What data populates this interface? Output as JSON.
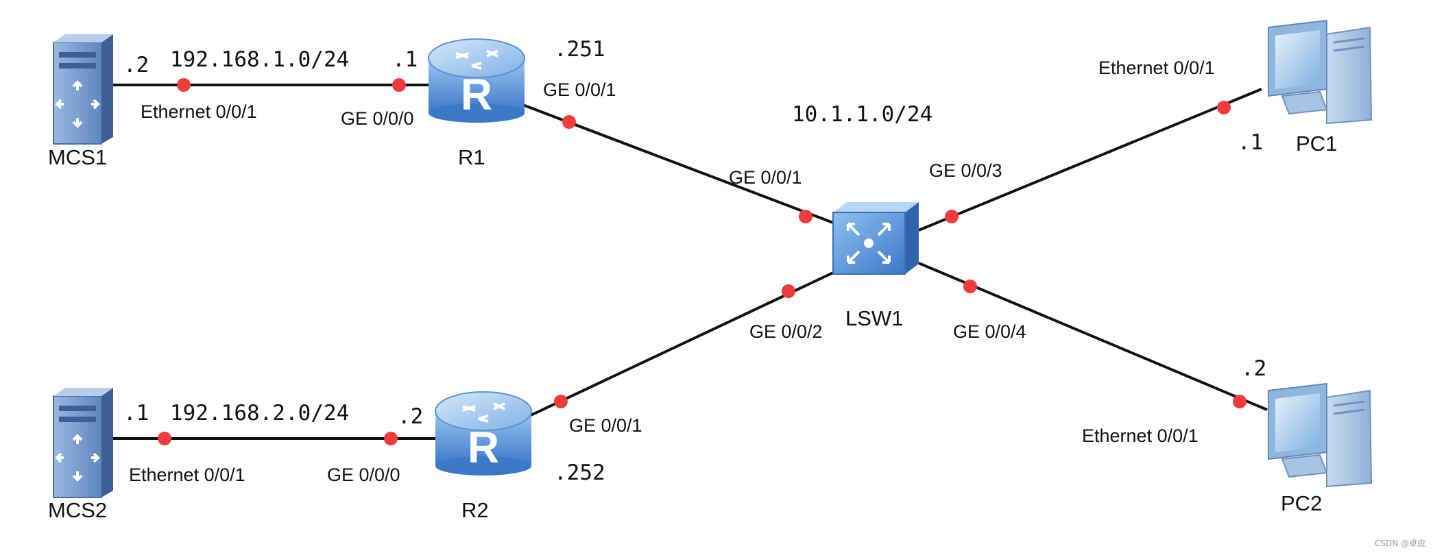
{
  "colors": {
    "link": "#111111",
    "port_dot": "#ee3b3b",
    "device_blue": "#4d8bd6",
    "server_blue": "#6f95c9"
  },
  "devices": {
    "mcs1": {
      "name": "MCS1",
      "icon": "server-icon"
    },
    "mcs2": {
      "name": "MCS2",
      "icon": "server-icon"
    },
    "r1": {
      "name": "R1",
      "icon": "router-icon",
      "letter": "R"
    },
    "r2": {
      "name": "R2",
      "icon": "router-icon",
      "letter": "R"
    },
    "lsw1": {
      "name": "LSW1",
      "icon": "switch-icon"
    },
    "pc1": {
      "name": "PC1",
      "icon": "pc-icon"
    },
    "pc2": {
      "name": "PC2",
      "icon": "pc-icon"
    }
  },
  "networks": {
    "net1": "192.168.1.0/24",
    "net2": "192.168.2.0/24",
    "net3": "10.1.1.0/24"
  },
  "addresses": {
    "mcs1": ".2",
    "r1_g0": ".1",
    "r1_g1": ".251",
    "mcs2": ".1",
    "r2_g0": ".2",
    "r2_g1": ".252",
    "pc1": ".1",
    "pc2": ".2"
  },
  "ports": {
    "mcs1_eth": "Ethernet 0/0/1",
    "r1_g000": "GE 0/0/0",
    "r1_g001": "GE 0/0/1",
    "lsw_g001": "GE 0/0/1",
    "lsw_g002": "GE 0/0/2",
    "lsw_g003": "GE 0/0/3",
    "lsw_g004": "GE 0/0/4",
    "mcs2_eth": "Ethernet 0/0/1",
    "r2_g000": "GE 0/0/0",
    "r2_g001": "GE 0/0/1",
    "pc1_eth": "Ethernet 0/0/1",
    "pc2_eth": "Ethernet 0/0/1"
  },
  "watermark": "CSDN @卓应"
}
